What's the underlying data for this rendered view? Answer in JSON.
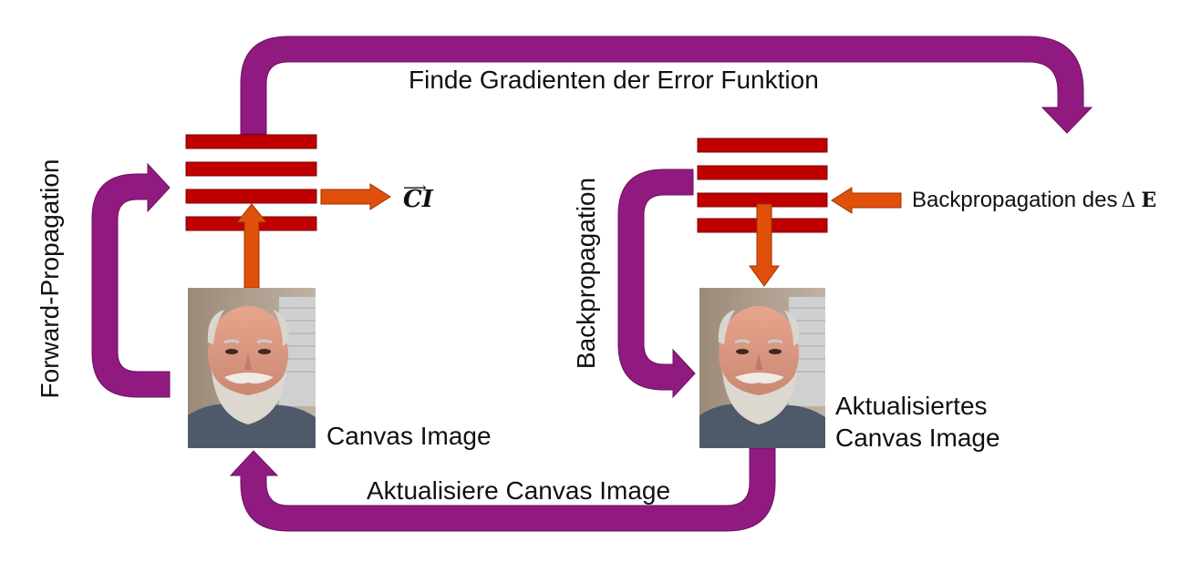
{
  "labels": {
    "top": "Finde Gradienten der Error Funktion",
    "bottom": "Aktualisiere Canvas Image",
    "canvas_left": "Canvas Image",
    "canvas_right": "Aktualisiertes Canvas Image",
    "forward": "Forward-Propagation",
    "backprop_vertical": "Backpropagation",
    "backprop_right_prefix": "Backpropagation des",
    "delta_symbol": "Δ",
    "error_symbol": "E",
    "ci_symbol": "CI"
  },
  "colors": {
    "loop_arrow": "#911a80",
    "layer_bar": "#c00000",
    "layer_bar_edge": "#7a0000",
    "flow_arrow": "#e0500a",
    "flow_arrow_edge": "#9a3200"
  },
  "icons": {
    "face_photo_left": "bearded-man-portrait",
    "face_photo_right": "bearded-man-portrait"
  }
}
